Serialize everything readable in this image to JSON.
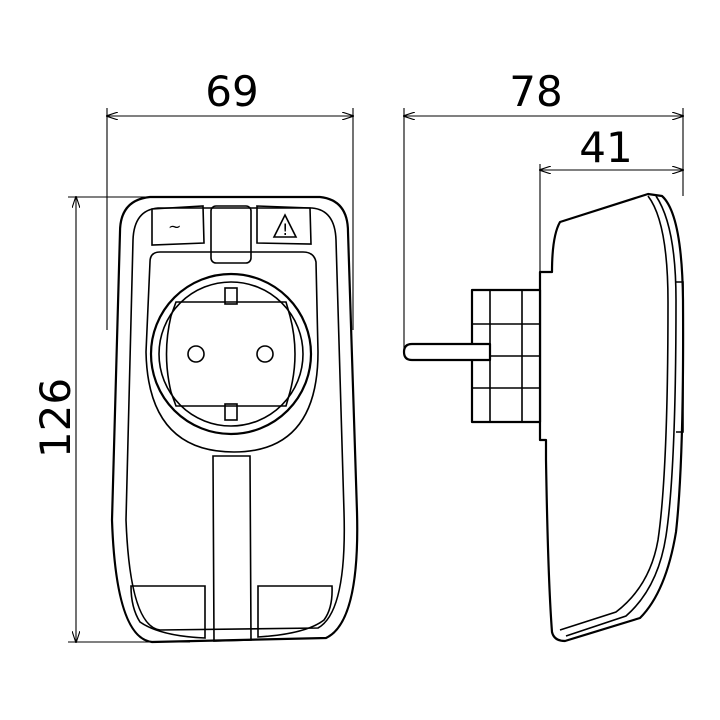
{
  "dimensions": {
    "front_width": "69",
    "height": "126",
    "side_total_depth": "78",
    "side_body_depth": "41"
  },
  "indicators": {
    "power_symbol": "~",
    "warning_symbol": "!"
  }
}
